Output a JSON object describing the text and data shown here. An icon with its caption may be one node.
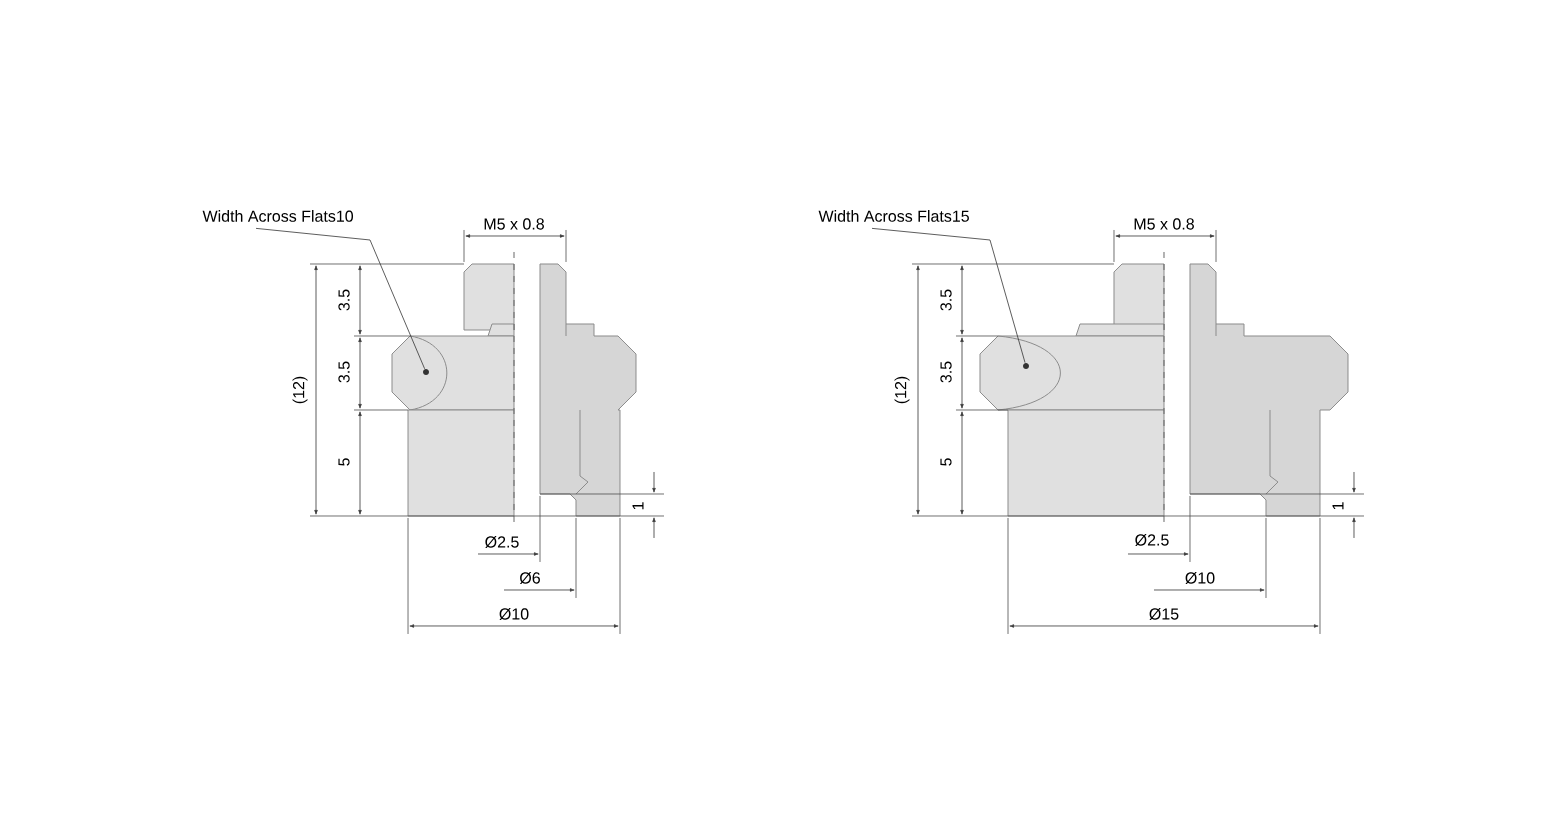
{
  "diagram": {
    "nodes": [
      {
        "text": [
          "Width Across Flats10"
        ]
      },
      {
        "text": [],
        "shape": "circle"
      },
      {
        "text": [
          "Width Across Flats15"
        ]
      },
      {
        "text": [],
        "shape": "circle"
      }
    ],
    "edges": [
      {
        "from": 0,
        "to": 1,
        "arrow": "none"
      },
      {
        "from": 2,
        "to": 3,
        "arrow": "none"
      }
    ],
    "labels": [
      "M5 x 0.8",
      "3.5",
      "3.5",
      "(12)",
      "5",
      "1",
      "Ø2.5",
      "Ø6",
      "Ø10",
      "M5 x 0.8",
      "3.5",
      "3.5",
      "(12)",
      "5",
      "1",
      "Ø2.5",
      "Ø10",
      "Ø15"
    ]
  }
}
